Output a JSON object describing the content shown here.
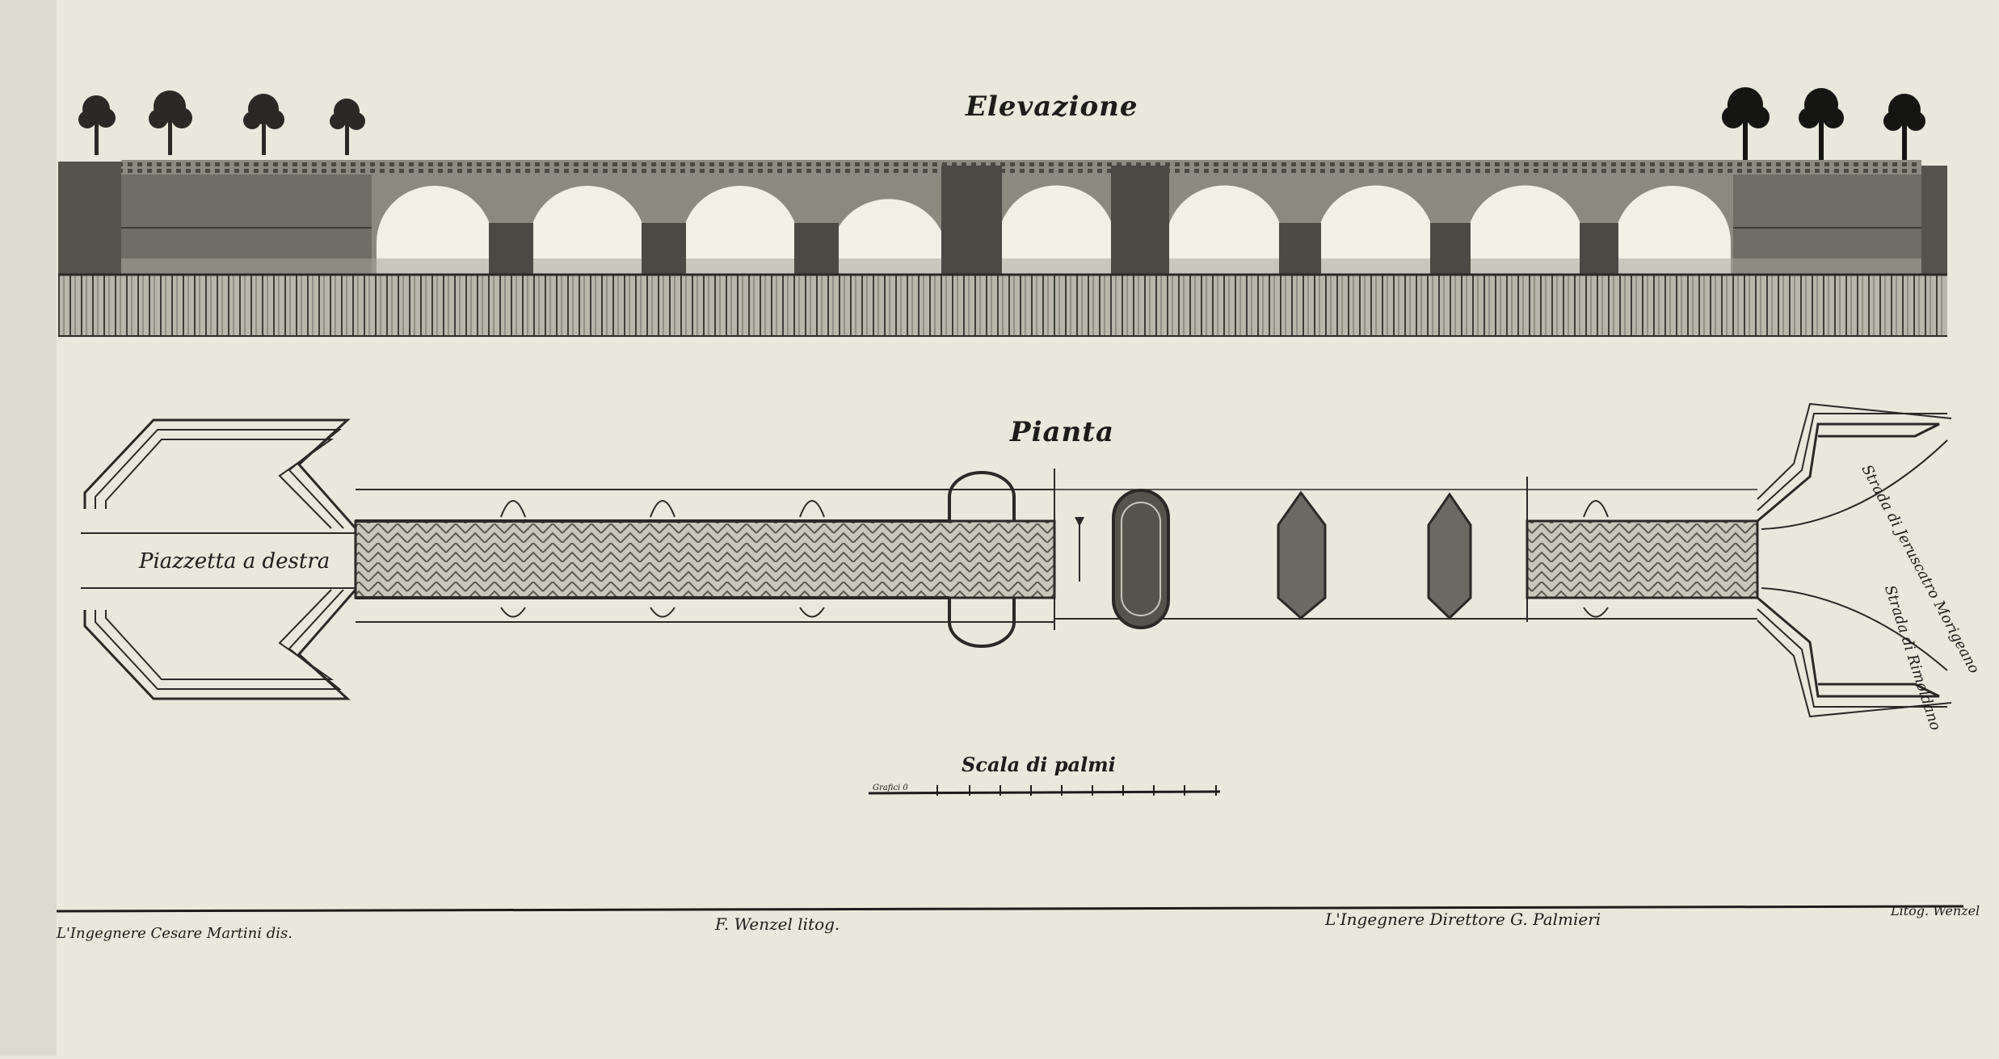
{
  "titles": {
    "elevation": "Elevazione",
    "plan": "Pianta"
  },
  "plan_labels": {
    "piazzetta": "Piazzetta a destra",
    "road_upper": "Strada di Jeruscatro Morigeano",
    "road_lower": "Strada di Rimoldano"
  },
  "scale": {
    "title": "Scala di palmi",
    "start_label": "Grafici 0"
  },
  "credits": {
    "left": "L'Ingegnere Cesare Martini dis.",
    "litog": "F. Wenzel litog.",
    "director": "L'Ingegnere Direttore G. Palmieri",
    "right": "Litog. Wenzel"
  },
  "colors": {
    "paper": "#e9e8dc",
    "ink": "#1c1c1a",
    "masonry": "#8c8a80",
    "masonry_dark": "#55534c",
    "sky": "#f1f0e6",
    "hatch": "#9a988e"
  }
}
